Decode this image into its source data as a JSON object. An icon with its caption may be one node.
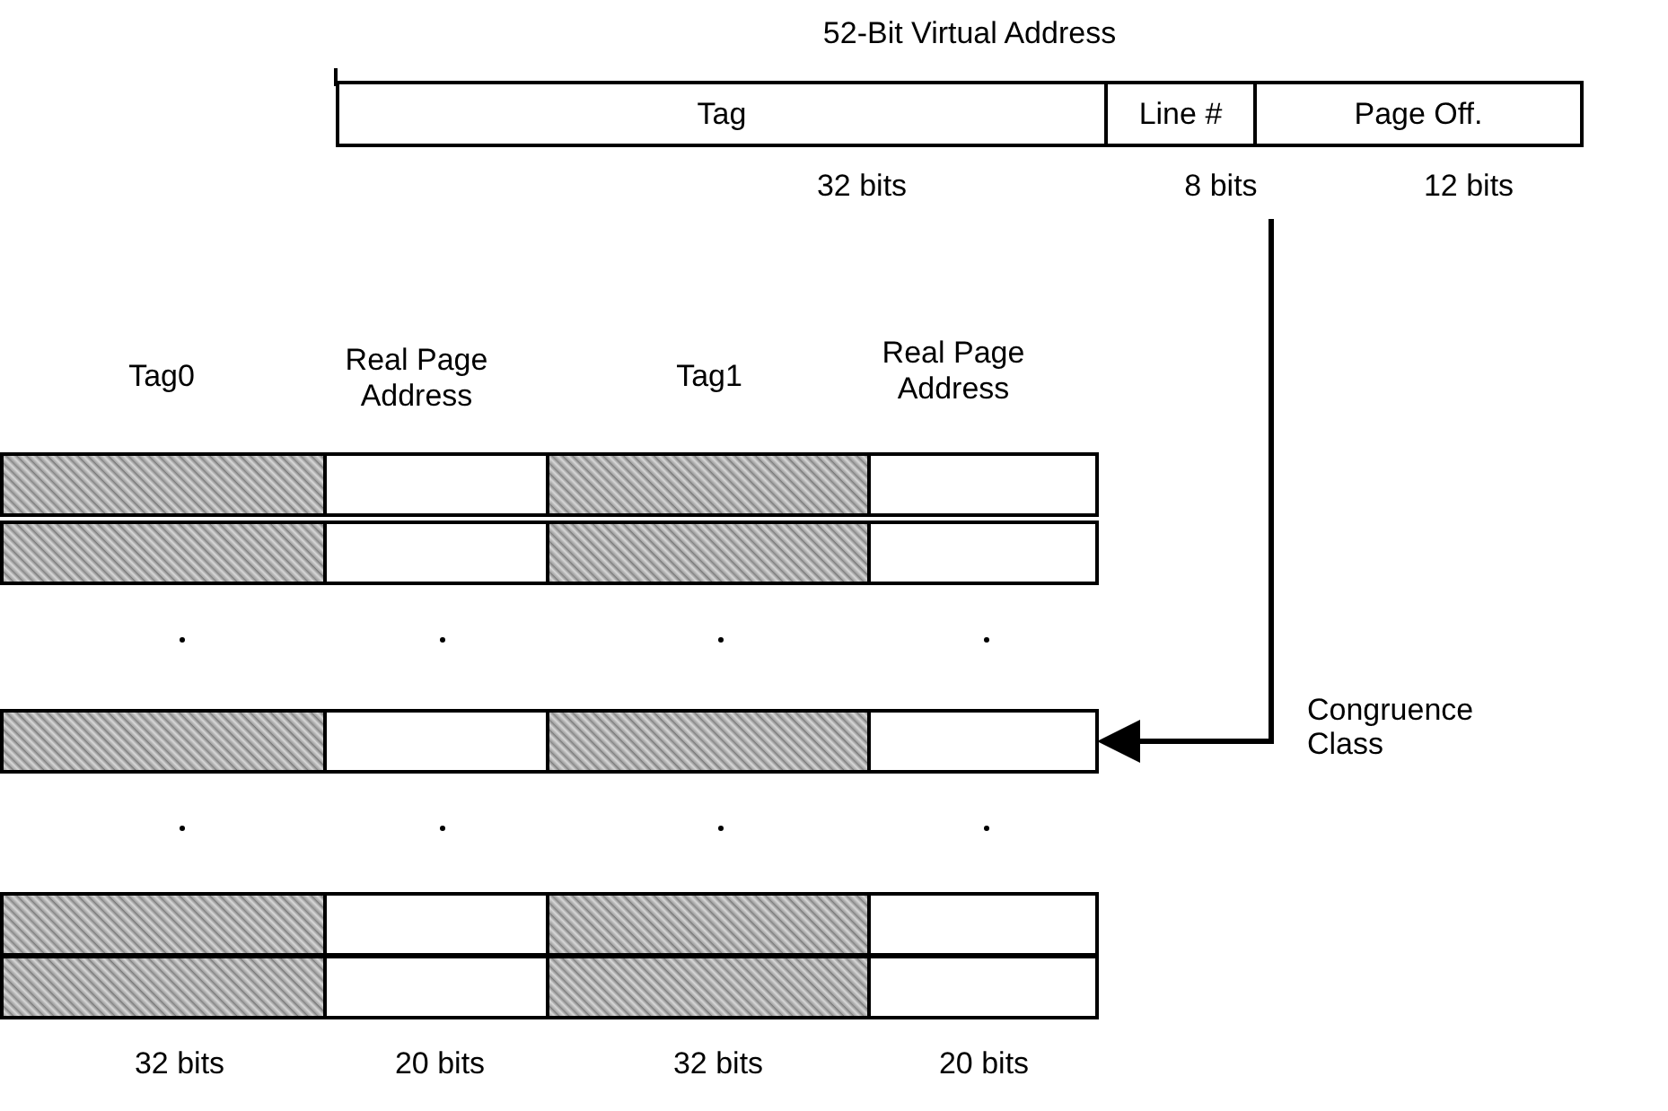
{
  "diagram": {
    "title": "52-Bit Virtual Address",
    "nodes": [
      {
        "text": [
          "Tag"
        ],
        "beside": [
          "32 bits"
        ]
      },
      {
        "text": [
          "Line #"
        ],
        "beside": [
          "8 bits"
        ]
      },
      {
        "text": [
          "Page Off."
        ],
        "beside": [
          "12 bits"
        ]
      },
      {
        "text": [],
        "shape": "bar"
      },
      {
        "text": [],
        "shape": "bar"
      },
      {
        "text": [],
        "shape": "bar"
      },
      {
        "text": [],
        "shape": "bar"
      },
      {
        "text": [],
        "shape": "bar"
      }
    ],
    "edges": [
      {
        "from": 1,
        "to": 5,
        "arrow": "to",
        "label": "Congruence Class"
      }
    ],
    "labels": [
      "Tag0",
      "Real Page Address",
      "Tag1",
      "Real Page Address",
      "32 bits",
      "20 bits",
      "32 bits",
      "20 bits"
    ]
  }
}
